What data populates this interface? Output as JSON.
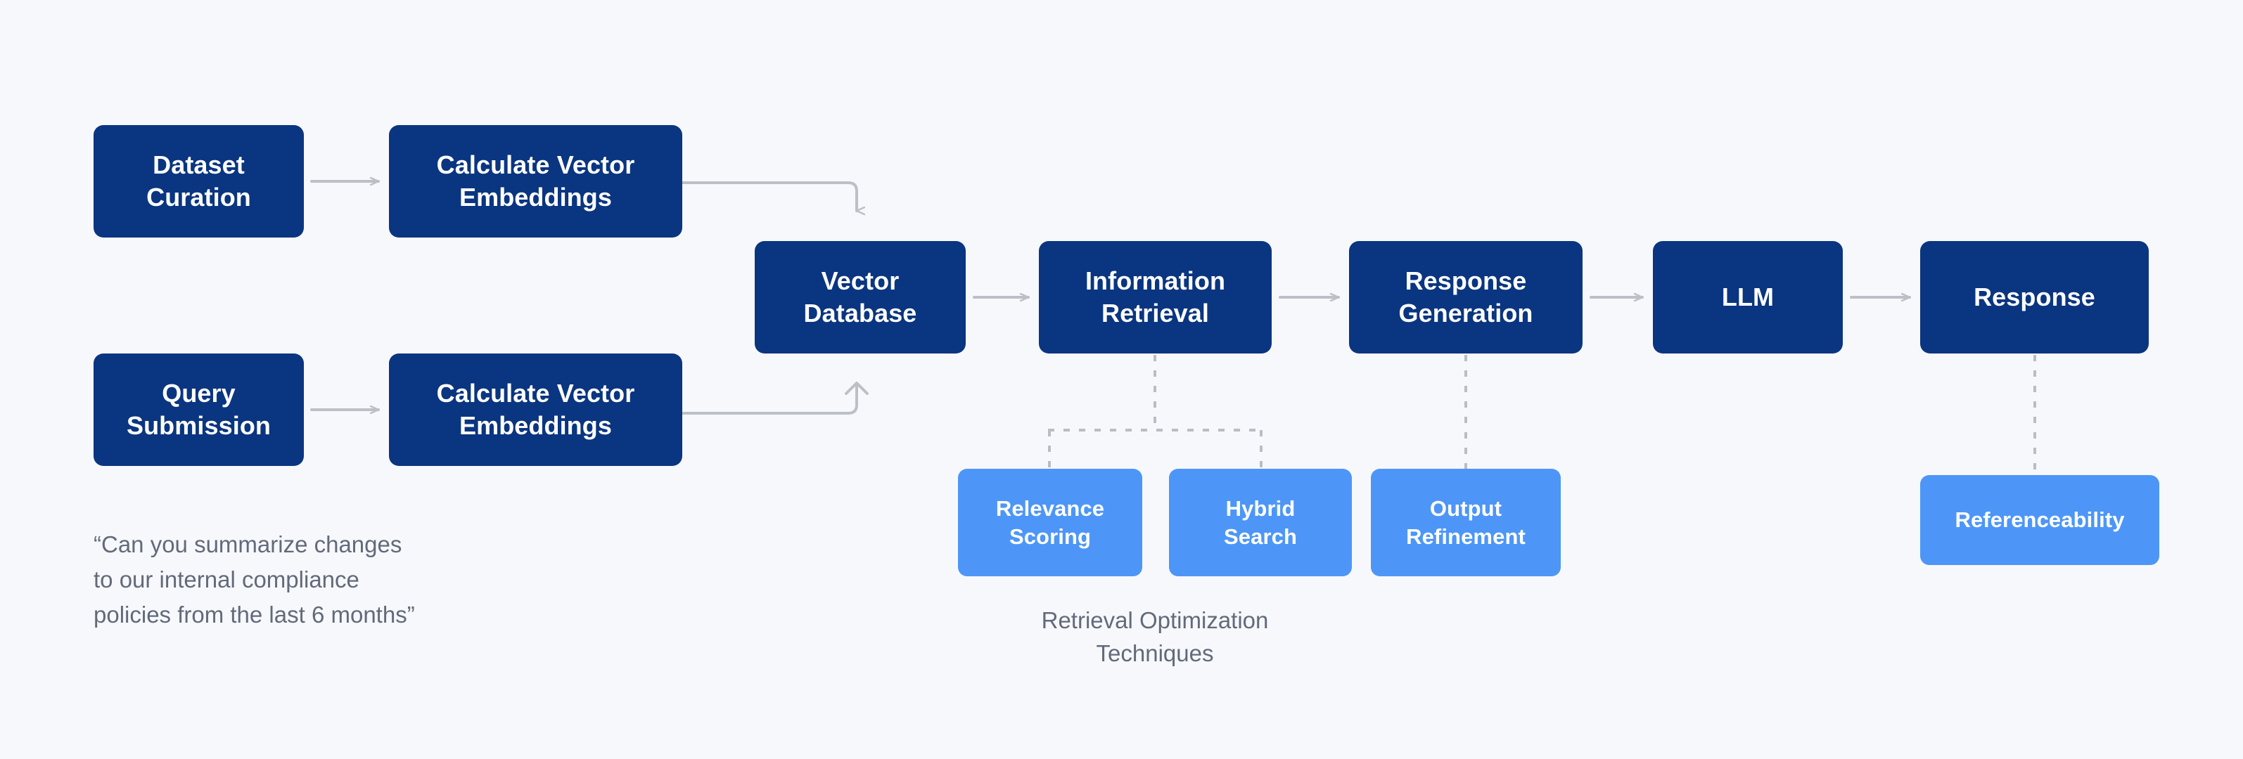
{
  "diagram": {
    "title": "RAG Pipeline Flow Diagram",
    "background_color": "#f7f8fc",
    "colors": {
      "primary_node": "#0a3580",
      "secondary_node": "#4d96f7",
      "node_text": "#ffffff",
      "connector": "#bcc0c6",
      "caption_text": "#626a7a"
    },
    "nodes": {
      "dataset_curation": "Dataset\nCuration",
      "calculate_vector_embeddings_top": "Calculate Vector\nEmbeddings",
      "query_submission": "Query\nSubmission",
      "calculate_vector_embeddings_bottom": "Calculate Vector\nEmbeddings",
      "vector_database": "Vector\nDatabase",
      "information_retrieval": "Information\nRetrieval",
      "response_generation": "Response\nGeneration",
      "llm": "LLM",
      "response": "Response",
      "relevance_scoring": "Relevance\nScoring",
      "hybrid_search": "Hybrid\nSearch",
      "output_refinement": "Output\nRefinement",
      "referenceability": "Referenceability"
    },
    "captions": {
      "example_query": "“Can you summarize changes\nto our internal compliance\npolicies from the last 6 months”",
      "retrieval_optimization": "Retrieval Optimization\nTechniques"
    }
  }
}
